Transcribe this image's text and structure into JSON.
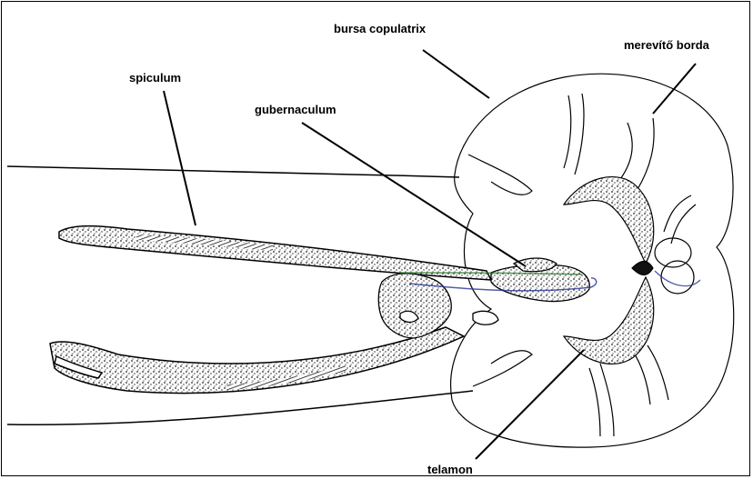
{
  "labels": {
    "bursa": "bursa copulatrix",
    "merevito": "merevítő borda",
    "spiculum": "spiculum",
    "gubernaculum": "gubernaculum",
    "telamon": "telamon"
  },
  "colors": {
    "ink": "#000000",
    "stipple": "#222222",
    "background": "#ffffff",
    "green_overlay": "#2e7d32",
    "blue_overlay": "#283593"
  }
}
